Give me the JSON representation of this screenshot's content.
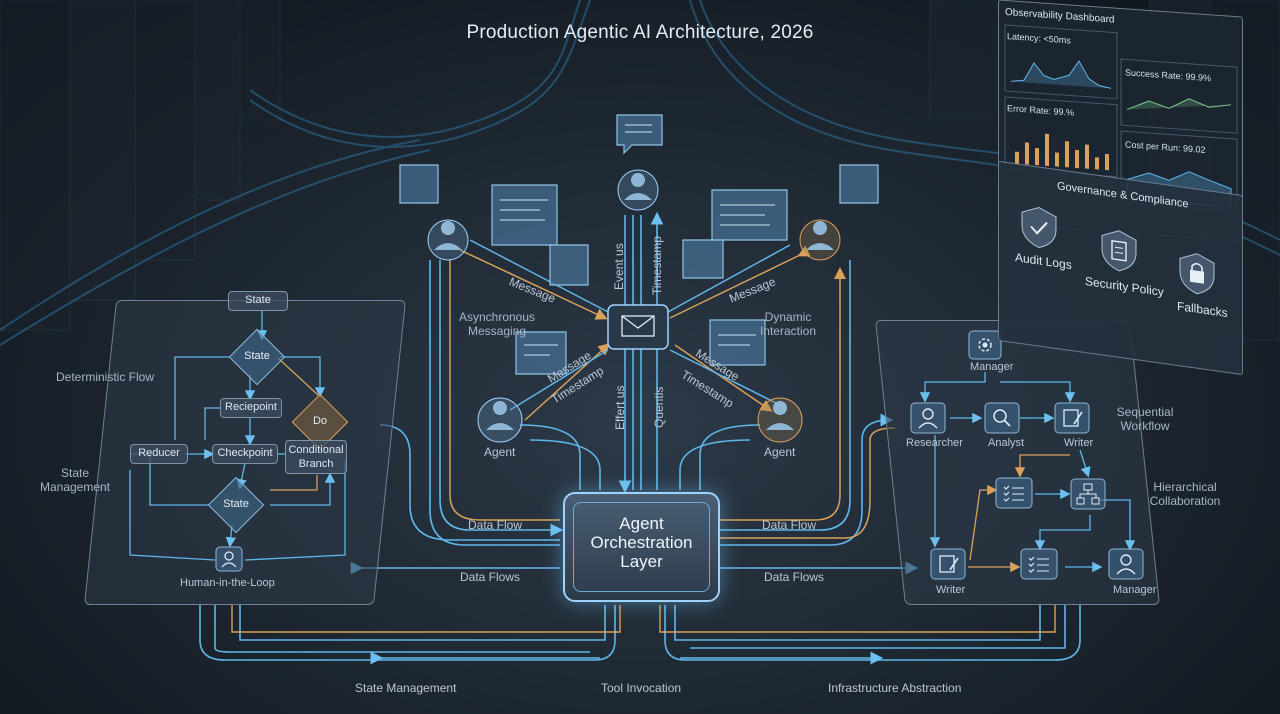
{
  "title": "Production Agentic AI Architecture, 2026",
  "center": {
    "orchestrator_label": "Agent Orchestration Layer",
    "event_bus_label": "Event us",
    "timestamp_label": "Timestamp",
    "efferent_label": "Effert us",
    "quentis_label": "Quentis",
    "message_left": "Message",
    "message_right": "Message",
    "message_lower_left": "Message",
    "message_lower_right": "Message",
    "timestamp_lower_left": "Timestamp",
    "timestamp_lower_right": "Timestamp",
    "async_label": "Asynchronous Messaging",
    "dynamic_label": "Dynamic Interaction",
    "agent_left": "Agent",
    "agent_right": "Agent"
  },
  "flows": {
    "data_flow_left": "Data Flow",
    "data_flow_right": "Data Flow",
    "data_flows_left": "Data Flows",
    "data_flows_right": "Data Flows",
    "state_management": "State Management",
    "tool_invocation": "Tool Invocation",
    "infrastructure": "Infrastructure Abstraction"
  },
  "left_panel": {
    "state_top": "State",
    "state_diamond": "State",
    "recheckpoint": "Reciepoint",
    "reducer": "Reducer",
    "checkpoint": "Checkpoint",
    "do": "Do",
    "conditional": "Conditional Branch",
    "state_bottom": "State",
    "human": "Human-in-the-Loop",
    "side_deterministic": "Deterministic Flow",
    "side_state_mgmt": "State Management"
  },
  "right_panel": {
    "manager_top": "Manager",
    "researcher": "Researcher",
    "analyst": "Analyst",
    "writer_top": "Writer",
    "writer_bottom": "Writer",
    "manager_bottom": "Manager",
    "side_sequential": "Sequential Workflow",
    "side_hierarchical": "Hierarchical Collaboration"
  },
  "dashboard": {
    "title": "Observability Dashboard",
    "latency": "Latency: <50ms",
    "success": "Success Rate: 99.9%",
    "error": "Error Rate: 99.%",
    "cost": "Cost per Run: 99.02"
  },
  "governance": {
    "title": "Governance & Compliance",
    "audit": "Audit Logs",
    "security": "Security Policy",
    "fallbacks": "Fallbacks"
  },
  "colors": {
    "wire_blue": "#5fb7ea",
    "wire_orange": "#d9a15a",
    "glow": "#9ed2ff"
  }
}
